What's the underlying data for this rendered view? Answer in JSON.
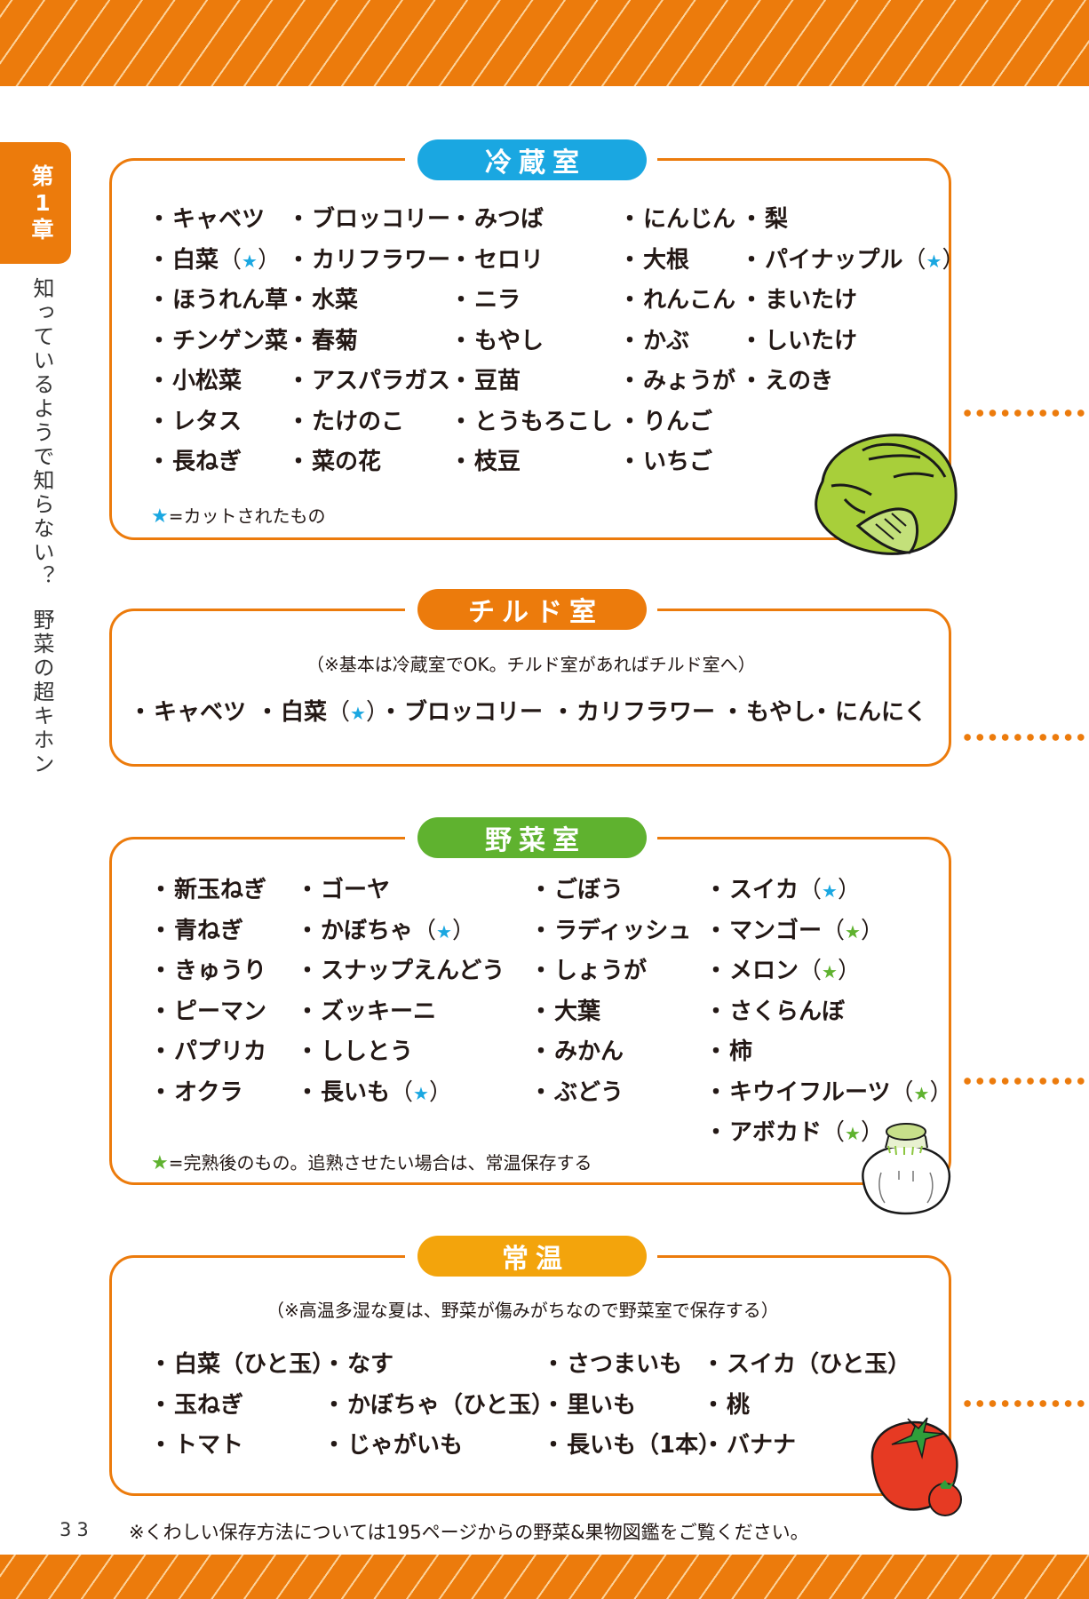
{
  "page": {
    "number": "33",
    "footer_note": "※くわしい保存方法については195ページからの野菜&果物図鑑をご覧ください。",
    "colors": {
      "orange": "#ec7b0c",
      "blue": "#1aa7e1",
      "green": "#5fb22f",
      "yellow": "#f3a40c",
      "text": "#231815"
    }
  },
  "chapter": {
    "tab_chars": [
      "第",
      "1",
      "章"
    ],
    "side_title_part1": "知っているようで知らない？",
    "side_title_part2": "野菜の超キホン"
  },
  "sections": {
    "refrigerator": {
      "title": "冷蔵室",
      "legend_star": "★",
      "legend_text": "=カットされたもの",
      "items": [
        {
          "label": "キャベツ"
        },
        {
          "label": "白菜",
          "star": "blue"
        },
        {
          "label": "ほうれん草"
        },
        {
          "label": "チンゲン菜"
        },
        {
          "label": "小松菜"
        },
        {
          "label": "レタス"
        },
        {
          "label": "長ねぎ"
        },
        {
          "label": "ブロッコリー"
        },
        {
          "label": "カリフラワー"
        },
        {
          "label": "水菜"
        },
        {
          "label": "春菊"
        },
        {
          "label": "アスパラガス"
        },
        {
          "label": "たけのこ"
        },
        {
          "label": "菜の花"
        },
        {
          "label": "みつば"
        },
        {
          "label": "セロリ"
        },
        {
          "label": "ニラ"
        },
        {
          "label": "もやし"
        },
        {
          "label": "豆苗"
        },
        {
          "label": "とうもろこし"
        },
        {
          "label": "枝豆"
        },
        {
          "label": "にんじん"
        },
        {
          "label": "大根"
        },
        {
          "label": "れんこん"
        },
        {
          "label": "かぶ"
        },
        {
          "label": "みょうが"
        },
        {
          "label": "りんご"
        },
        {
          "label": "いちご"
        },
        {
          "label": "梨"
        },
        {
          "label": "パイナップル",
          "star": "blue"
        },
        {
          "label": "まいたけ"
        },
        {
          "label": "しいたけ"
        },
        {
          "label": "えのき"
        }
      ]
    },
    "chilled": {
      "title": "チルド室",
      "note": "（※基本は冷蔵室でOK。チルド室があればチルド室へ）",
      "items": [
        {
          "label": "キャベツ"
        },
        {
          "label": "白菜",
          "star": "blue"
        },
        {
          "label": "ブロッコリー"
        },
        {
          "label": "カリフラワー"
        },
        {
          "label": "もやし"
        },
        {
          "label": "にんにく"
        }
      ]
    },
    "vegetable_room": {
      "title": "野菜室",
      "legend_star": "★",
      "legend_text": "=完熟後のもの。追熟させたい場合は、常温保存する",
      "items": [
        {
          "label": "新玉ねぎ"
        },
        {
          "label": "青ねぎ"
        },
        {
          "label": "きゅうり"
        },
        {
          "label": "ピーマン"
        },
        {
          "label": "パプリカ"
        },
        {
          "label": "オクラ"
        },
        {
          "label": "ゴーヤ"
        },
        {
          "label": "かぼちゃ",
          "star": "blue"
        },
        {
          "label": "スナップえんどう"
        },
        {
          "label": "ズッキーニ"
        },
        {
          "label": "ししとう"
        },
        {
          "label": "長いも",
          "star": "blue"
        },
        {
          "label": "ごぼう"
        },
        {
          "label": "ラディッシュ"
        },
        {
          "label": "しょうが"
        },
        {
          "label": "大葉"
        },
        {
          "label": "みかん"
        },
        {
          "label": "ぶどう"
        },
        {
          "label": "スイカ",
          "star": "blue"
        },
        {
          "label": "マンゴー",
          "star": "green"
        },
        {
          "label": "メロン",
          "star": "green"
        },
        {
          "label": "さくらんぼ"
        },
        {
          "label": "柿"
        },
        {
          "label": "キウイフルーツ",
          "star": "green"
        },
        {
          "label": "アボカド",
          "star": "green"
        }
      ]
    },
    "room_temp": {
      "title": "常温",
      "note": "（※高温多湿な夏は、野菜が傷みがちなので野菜室で保存する）",
      "items": [
        {
          "label": "白菜（ひと玉）"
        },
        {
          "label": "玉ねぎ"
        },
        {
          "label": "トマト"
        },
        {
          "label": "なす"
        },
        {
          "label": "かぼちゃ（ひと玉）"
        },
        {
          "label": "じゃがいも"
        },
        {
          "label": "さつまいも"
        },
        {
          "label": "里いも"
        },
        {
          "label": "長いも（1本）"
        },
        {
          "label": "スイカ（ひと玉）"
        },
        {
          "label": "桃"
        },
        {
          "label": "バナナ"
        }
      ]
    }
  },
  "illustrations": {
    "cabbage": "cabbage-illustration",
    "onion": "onion-illustration",
    "tomato": "tomato-illustration"
  },
  "icons": {
    "bullet": "・",
    "star": "★"
  }
}
